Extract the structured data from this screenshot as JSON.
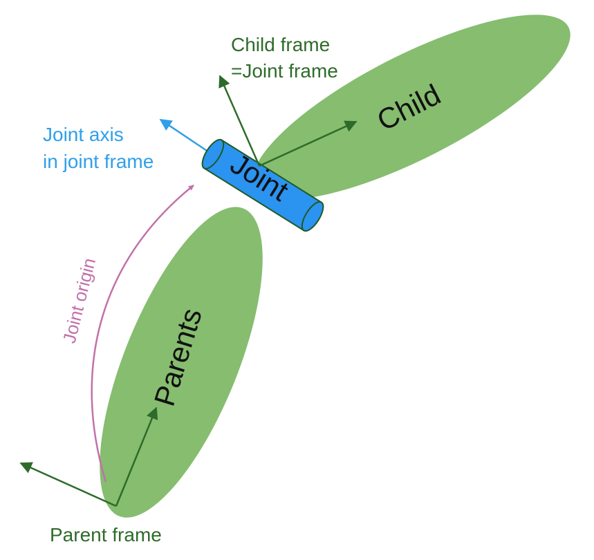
{
  "labels": {
    "child_frame_line1": "Child frame",
    "child_frame_line2": "=Joint frame",
    "joint_axis_line1": "Joint axis",
    "joint_axis_line2": "in joint frame",
    "joint_origin": "Joint origin",
    "parent_frame": "Parent frame",
    "child": "Child",
    "joint": "Joint",
    "parents": "Parents"
  },
  "colors": {
    "link_fill": "#86bd6f",
    "frame_arrow": "#2e6b2a",
    "joint_fill": "#2b93f0",
    "joint_axis": "#2f9fe8",
    "joint_origin": "#c271a9"
  }
}
